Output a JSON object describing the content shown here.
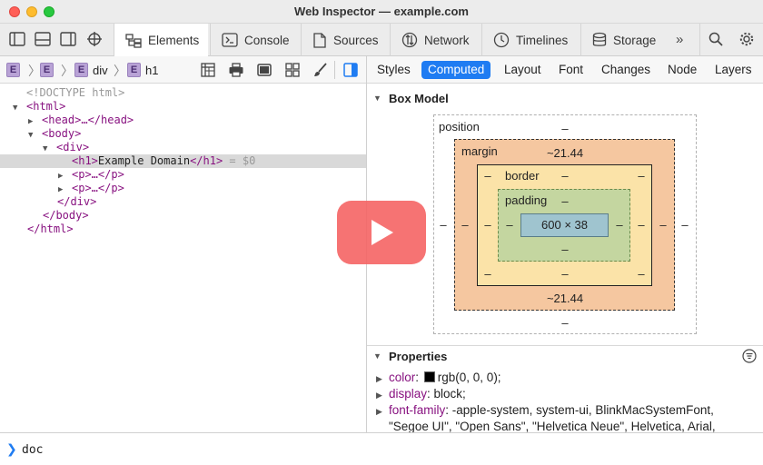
{
  "window": {
    "title": "Web Inspector — example.com"
  },
  "tabs": [
    {
      "label": "Elements",
      "icon": "elements-icon",
      "active": true
    },
    {
      "label": "Console",
      "icon": "console-icon"
    },
    {
      "label": "Sources",
      "icon": "sources-icon"
    },
    {
      "label": "Network",
      "icon": "network-icon"
    },
    {
      "label": "Timelines",
      "icon": "timelines-icon"
    },
    {
      "label": "Storage",
      "icon": "storage-icon"
    }
  ],
  "more_tabs": "»",
  "breadcrumb": [
    {
      "badge": "E",
      "label": ""
    },
    {
      "badge": "E",
      "label": ""
    },
    {
      "badge": "E",
      "label": "div"
    },
    {
      "badge": "E",
      "label": "h1"
    }
  ],
  "dom": {
    "doctype": "<!DOCTYPE html>",
    "html_open": "<html>",
    "head": "<head>…</head>",
    "body_open": "<body>",
    "div_open": "<div>",
    "h1_open": "<h1>",
    "h1_text": "Example Domain",
    "h1_close": "</h1>",
    "selected_ref": "= $0",
    "p1": "<p>…</p>",
    "p2": "<p>…</p>",
    "div_close": "</div>",
    "body_close": "</body>",
    "html_close": "</html>"
  },
  "sidebar_tabs": [
    {
      "label": "Styles"
    },
    {
      "label": "Computed",
      "active": true
    },
    {
      "label": "Layout"
    },
    {
      "label": "Font"
    },
    {
      "label": "Changes"
    },
    {
      "label": "Node"
    },
    {
      "label": "Layers"
    }
  ],
  "box_model": {
    "title": "Box Model",
    "position_label": "position",
    "position_top": "–",
    "position_bottom": "–",
    "position_left": "–",
    "position_right": "–",
    "margin_label": "margin",
    "margin_top": "~21.44",
    "margin_bottom": "~21.44",
    "margin_left": "–",
    "margin_right": "–",
    "border_label": "border",
    "border_top": "–",
    "border_bottom": "–",
    "border_left": "–",
    "border_right": "–",
    "padding_label": "padding",
    "padding_top": "–",
    "padding_bottom": "–",
    "padding_left": "–",
    "padding_right": "–",
    "content": "600 × 38",
    "colors": {
      "margin": "#f5c7a0",
      "border": "#fbe3a8",
      "padding": "#c4d6a0",
      "content": "#9fc4cf"
    }
  },
  "properties": {
    "title": "Properties",
    "items": [
      {
        "name": "color",
        "value": "rgb(0, 0, 0);",
        "swatch": "#000000"
      },
      {
        "name": "display",
        "value": "block;"
      },
      {
        "name": "font-family",
        "value": "-apple-system, system-ui, BlinkMacSystemFont,"
      },
      {
        "name": "",
        "value": "\"Segoe UI\", \"Open Sans\", \"Helvetica Neue\", Helvetica, Arial,"
      }
    ]
  },
  "console": {
    "prompt": "❯",
    "value": "doc"
  }
}
